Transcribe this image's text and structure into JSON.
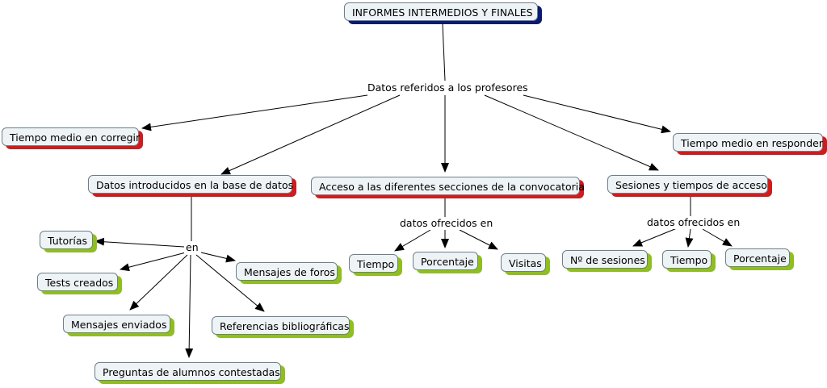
{
  "root": "INFORMES INTERMEDIOS Y FINALES",
  "hub_label": "Datos referidos a los profesores",
  "level1": {
    "tiempo_corregir": "Tiempo medio en corregir",
    "tiempo_responder": "Tiempo medio en responder",
    "datos_introducidos": "Datos introducidos en la base de datos",
    "acceso_secciones": "Acceso a las diferentes secciones de la convocatoria",
    "sesiones_tiempos": "Sesiones y tiempos de acceso"
  },
  "linking": {
    "en": "en",
    "datos_ofrecidos_1": "datos ofrecidos en",
    "datos_ofrecidos_2": "datos ofrecidos en"
  },
  "datos_children": {
    "tutorias": "Tutorías",
    "tests": "Tests creados",
    "mensajes_enviados": "Mensajes enviados",
    "preguntas": "Preguntas de alumnos contestadas",
    "mensajes_foros": "Mensajes de foros",
    "referencias": "Referencias bibliográficas"
  },
  "acceso_children": {
    "tiempo": "Tiempo",
    "porcentaje": "Porcentaje",
    "visitas": "Visitas"
  },
  "sesiones_children": {
    "num_sesiones": "Nº de sesiones",
    "tiempo": "Tiempo",
    "porcentaje": "Porcentaje"
  },
  "colors": {
    "node_fill": "#eef3f6",
    "root_shadow": "#0b1a6e",
    "level1_shadow": "#d21b1b",
    "leaf_shadow": "#8fbf1c",
    "line": "#000000"
  }
}
